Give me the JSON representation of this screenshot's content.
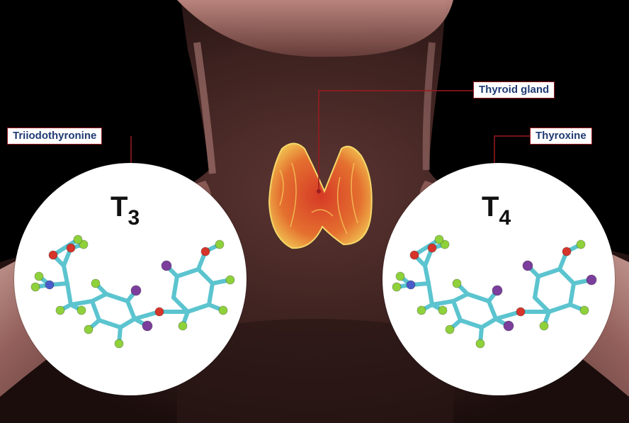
{
  "labels": {
    "thyroid": "Thyroid gland",
    "t3_name": "Triiodothyronine",
    "t4_name": "Thyroxine"
  },
  "hormones": {
    "t3": {
      "letter": "T",
      "subscript": "3"
    },
    "t4": {
      "letter": "T",
      "subscript": "4"
    }
  },
  "colors": {
    "background": "#000000",
    "skin": "#8a5a54",
    "callout_line": "#9a1b1e",
    "label_text": "#1f3a73",
    "bond": "#5bc4cf",
    "hydrogen": "#8fd13b",
    "oxygen": "#d6352b",
    "iodine": "#7b3e9c",
    "nitrogen": "#4a5cc9",
    "gland": "#d6492e"
  }
}
